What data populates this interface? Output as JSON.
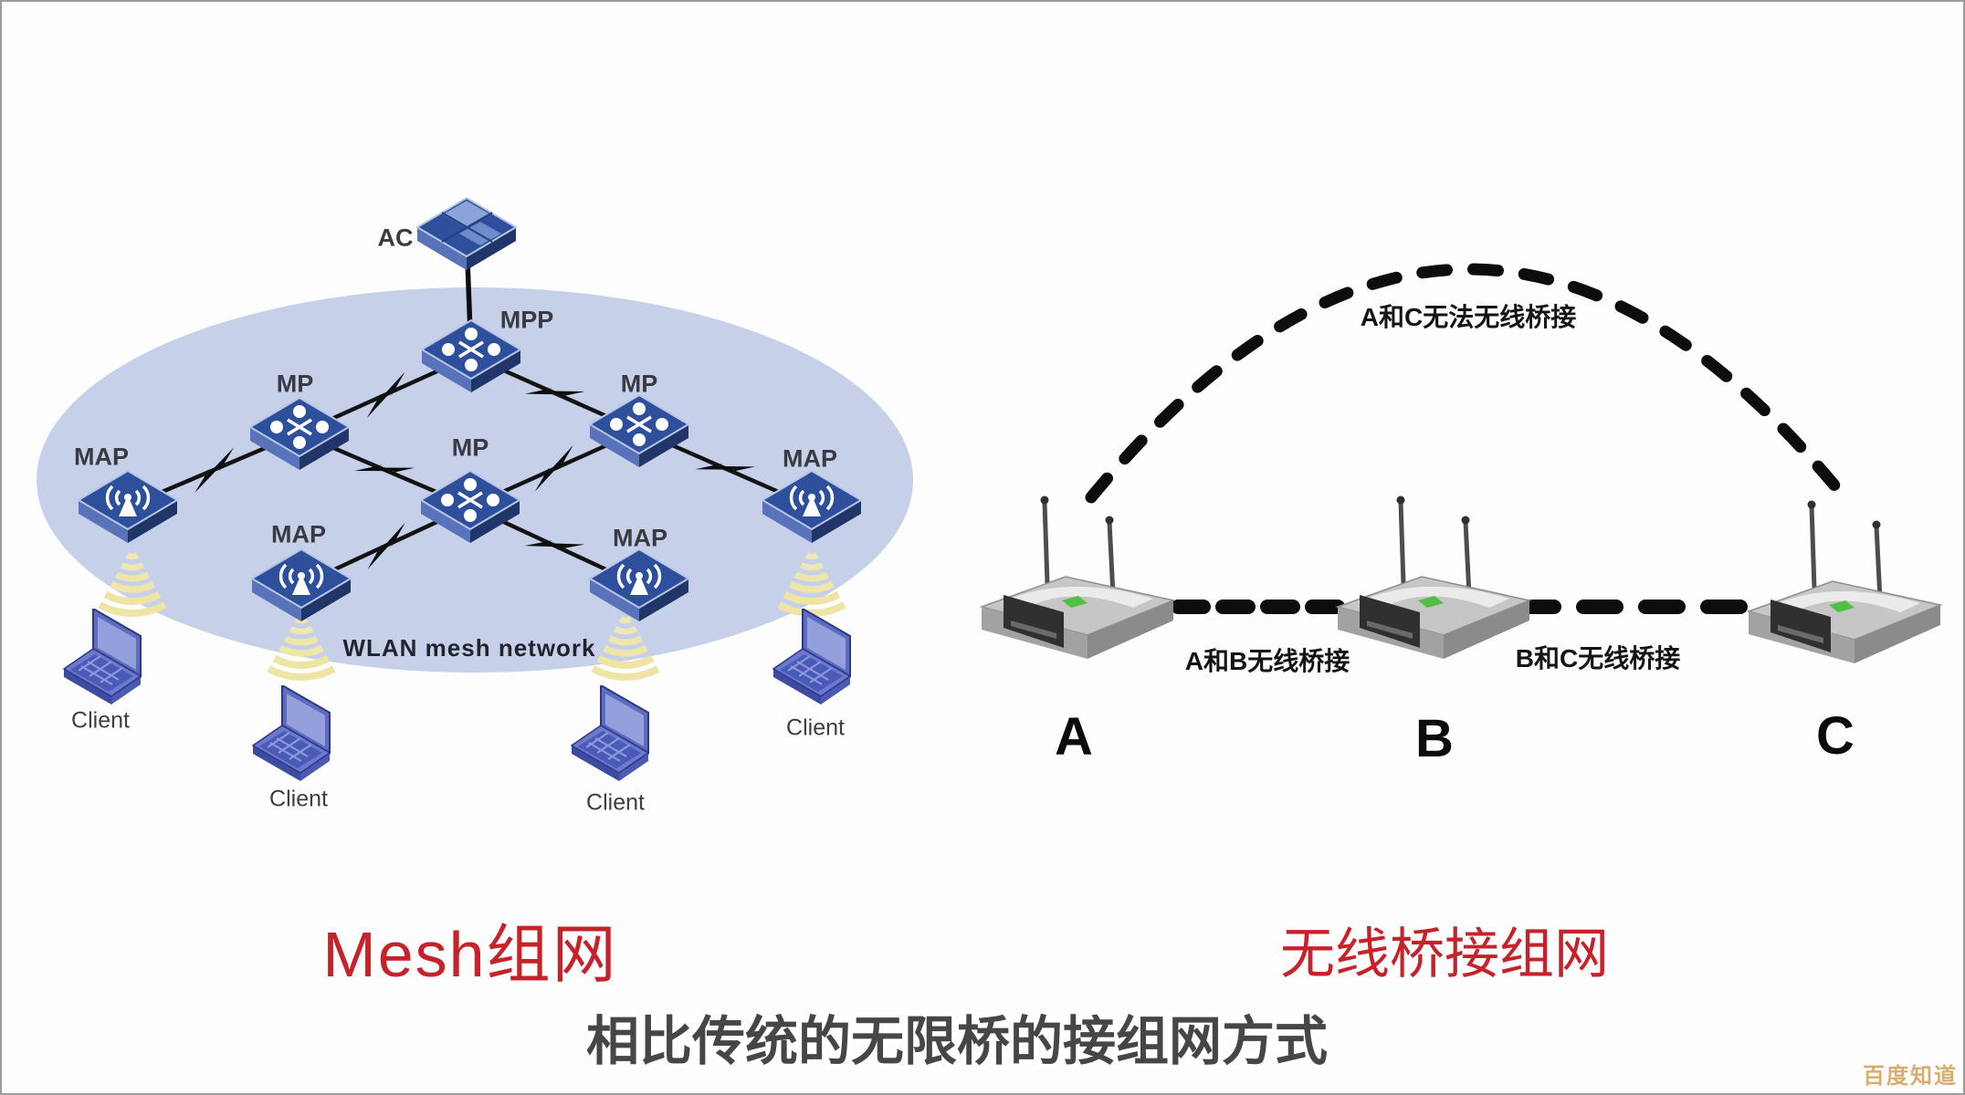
{
  "mesh": {
    "title": "Mesh组网",
    "network_label": "WLAN mesh network",
    "nodes": {
      "ac": "AC",
      "mpp": "MPP",
      "mp_left": "MP",
      "mp_center": "MP",
      "mp_right": "MP",
      "map_far_left": "MAP",
      "map_bottom_left": "MAP",
      "map_bottom_right": "MAP",
      "map_far_right": "MAP"
    },
    "clients": [
      "Client",
      "Client",
      "Client",
      "Client"
    ]
  },
  "bridge": {
    "title": "无线桥接组网",
    "routers": [
      "A",
      "B",
      "C"
    ],
    "links": {
      "a_c": "A和C无法无线桥接",
      "a_b": "A和B无线桥接",
      "b_c": "B和C无线桥接"
    }
  },
  "caption": "相比传统的无限桥的接组网方式",
  "watermark": "百度知道",
  "colors": {
    "accent_red": "#c5222a",
    "ellipse_blue": "#c6d0e9",
    "node_blue": "#2e4f9c",
    "cone_yellow": "#f0e8b2",
    "led_green": "#4fc045",
    "watermark_gold": "#d3a661"
  }
}
